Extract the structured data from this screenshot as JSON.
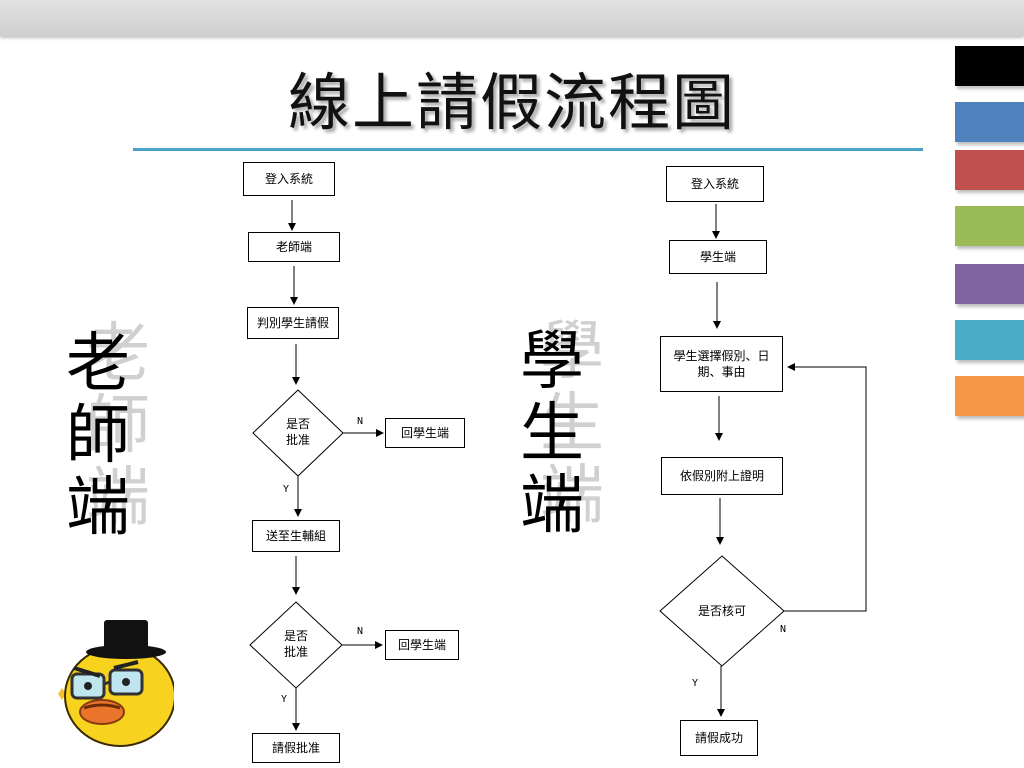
{
  "title": "線上請假流程圖",
  "palette": [
    "#000000",
    "#4f81bd",
    "#c0504d",
    "#9bbb59",
    "#8064a2",
    "#4bacc6",
    "#f79646"
  ],
  "teacher": {
    "label_lines": [
      "老",
      "師",
      "端"
    ],
    "login": "登入系統",
    "role": "老師端",
    "review": "判別學生請假",
    "decision1": "是否\n批准",
    "reject1": "回學生端",
    "forward": "送至生輔組",
    "decision2": "是否\n批准",
    "reject2": "回學生端",
    "approved": "請假批准",
    "yes": "Y",
    "no": "N"
  },
  "student": {
    "label_lines": [
      "學",
      "生",
      "端"
    ],
    "login": "登入系統",
    "role": "學生端",
    "select": "學生選擇假別、日\n期、事由",
    "attach": "依假別附上證明",
    "decision": "是否核可",
    "success": "請假成功",
    "yes": "Y",
    "no": "N"
  }
}
